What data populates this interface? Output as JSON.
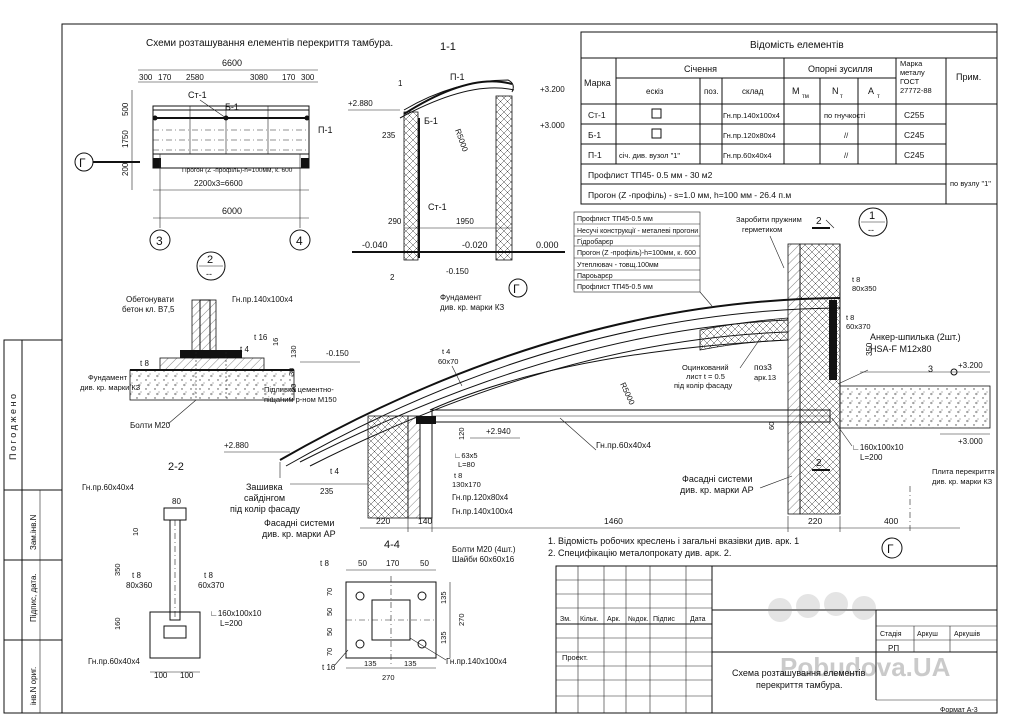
{
  "plan": {
    "title": "Схеми розташування елементів перекриття тамбура.",
    "dim_total_top": "6600",
    "dims_top": [
      "300",
      "170",
      "2580",
      "3080",
      "170",
      "300"
    ],
    "dims_left": [
      "500",
      "1750",
      "200"
    ],
    "label_st1": "Ст-1",
    "label_b1": "Б-1",
    "label_p1": "П-1",
    "label_gamma": "Г",
    "purlin_note": "Прогон (Z -профіль)-h=100мм, к. 600",
    "dim_2200": "2200x3=6600",
    "dim_6000": "6000",
    "axis_3": "3",
    "axis_4": "4"
  },
  "section11": {
    "title": "1-1",
    "label_1": "1",
    "label_2": "2",
    "label_p1": "П-1",
    "label_b1": "Б-1",
    "label_st1": "Ст-1",
    "mark_2880": "+2.880",
    "mark_3200": "+3.200",
    "mark_3000": "+3.000",
    "dim_235": "235",
    "dim_290": "290",
    "dim_1950": "1950",
    "radius": "R5000",
    "mark_m0040": "-0.040",
    "mark_m0020": "-0.020",
    "mark_0000": "0.000",
    "mark_m0150": "-0.150",
    "label_gamma": "Г",
    "foundation_note": "Фундамент\nдив. кр. марки КЗ"
  },
  "spec_table": {
    "title": "Відомість елементів",
    "col_mark": "Марка",
    "col_section": "Січення",
    "col_sketch": "ескіз",
    "col_pos": "поз.",
    "col_comp": "склад",
    "col_forces": "Опорні зусилля",
    "col_m": "М",
    "col_m_sub": "тм",
    "col_n": "N",
    "col_n_sub": "т",
    "col_a": "А",
    "col_a_sub": "т",
    "col_metal": "Марка\nметалу\nГОСТ\n27772-88",
    "col_note": "Прим.",
    "rows": [
      {
        "mark": "Ст-1",
        "sketch": "",
        "comp": "Гн.пр.140х100х4",
        "forces": "по гнучкості",
        "steel": "С255"
      },
      {
        "mark": "Б-1",
        "sketch": "",
        "comp": "Гн.пр.120х80х4",
        "forces": "//",
        "steel": "С245"
      },
      {
        "mark": "П-1",
        "sketch": "січ. див. вузол \"1\"",
        "comp": "Гн.пр.60х40х4",
        "forces": "//",
        "steel": "С245"
      }
    ],
    "profile_row": "Профлист ТП45- 0.5 мм - 30 м2",
    "purlin_row": "Прогон (Z -профіль) - s=1.0 мм, h=100 мм - 26.4 п.м",
    "node_note": "по вузлу \"1\""
  },
  "node1": {
    "number": "1",
    "sub": "--",
    "layers": [
      "Профлист ТП45-0.5 мм",
      "Несучі конструкції - металеві прогони",
      "Гідробарєр",
      "Прогон (Z -профіль)-h=100мм, к. 600",
      "Утеплювач - товщ.100мм",
      "Пароьарєр",
      "Профлист ТП45-0.5 мм"
    ],
    "spring_sealant": "Заробити пружним\nгерметиком",
    "galv_sheet": "Оцинкований\nлист t = 0.5\nпід колір фасаду",
    "pos3": "поз3",
    "ark13": "арк.13",
    "radius": "R5000",
    "t4_60x70": "t 4\n60x70",
    "t8_80x350": "t 8\n80x350",
    "t8_60x370": "t 8\n60x370",
    "anchor": "Анкер-шпилька (2шт.)\nHSA-F M12x80",
    "dim_350": "350",
    "mark_3200": "+3.200",
    "mark_3000": "+3.000",
    "label_3": "3",
    "mark_2880": "+2.880",
    "mark_2940": "+2.940",
    "angle_63x5": "∟63x5\nL=80",
    "t8_130x170": "t 8\n130x170",
    "prof_120": "Гн.пр.120х80х4",
    "prof_140": "Гн.пр.140х100х4",
    "prof_60": "Гн.пр.60х40х4",
    "angle_160": "∟160x100x10\nL=200",
    "slab": "Плита перекриття\nдив. кр. марки КЗ",
    "facade_right": "Фасадні системи\nдив. кр. марки АР",
    "facade_left": "Фасадні системи\nдив. кр. марки АР",
    "siding": "Зашивка\nсайдінгом\nпід колір фасаду",
    "t4": "t 4",
    "dim_235": "235",
    "dim_120": "120",
    "dim_60": "60",
    "dim_220a": "220",
    "dim_140": "140",
    "dim_1460": "1460",
    "dim_220b": "220",
    "dim_400": "400",
    "label_2a": "2",
    "label_2b": "2",
    "label_gamma": "Г"
  },
  "node2": {
    "number": "2",
    "sub": "--",
    "concrete": "Обетонувати\nбетон кл. В7,5",
    "prof_140": "Гн.пр.140х100х4",
    "t16": "t 16",
    "t4": "t 4",
    "dim_16": "16",
    "dim_130": "130",
    "dim_30": "30",
    "dim_20": "20",
    "t8": "t 8",
    "mark_m0150": "-0.150",
    "foundation": "Фундамент\nдив. кр. марки КЗ",
    "grout": "Підливка цементно-\nпіщаним р-ном М150",
    "bolts": "Болти М20"
  },
  "section22": {
    "title": "2-2",
    "prof_60_top": "Гн.пр.60х40х4",
    "dim_80": "80",
    "dim_10": "10",
    "dim_350": "350",
    "t8_a": "t 8\n80x360",
    "t8_b": "t 8\n60x370",
    "angle": "∟160x100x10\nL=200",
    "dim_160": "160",
    "prof_60_bot": "Гн.пр.60х40х4",
    "dim_100a": "100",
    "dim_100b": "100"
  },
  "section44": {
    "title": "4-4",
    "bolts": "Болти М20 (4шт.)\nШайби 60х60х16",
    "t8": "t 8",
    "dims_top": [
      "50",
      "170",
      "50"
    ],
    "dims_left": [
      "70",
      "50",
      "50",
      "70"
    ],
    "dims_right": [
      "135",
      "135"
    ],
    "dim_270r": "270",
    "dims_bot": [
      "135",
      "135"
    ],
    "dim_270b": "270",
    "t16": "t 16",
    "prof_140": "Гн.пр.140х100х4"
  },
  "notes": [
    "1. Відомість робочих креслень і загальні вказівки див. арк. 1",
    "2. Специфікацію металопрокату див. арк. 2."
  ],
  "title_block": {
    "cols": [
      "Зм.",
      "Кільк.",
      "Арк.",
      "№док.",
      "Підпис",
      "Дата"
    ],
    "stage": "Стадія",
    "sheet": "Аркуш",
    "sheets": "Аркушів",
    "stage_val": "РП",
    "project": "Проект.",
    "drawing_name": "Схема розташування елементів\nперекриття тамбура.",
    "format": "Формат А-3"
  },
  "margin": {
    "agreed": "П о г о д ж е н о",
    "inv_n": "Зам.інв.N",
    "sign_date": "Підпис, дата.",
    "inv_orig": "інв.N ориг."
  },
  "watermark": "Pobudova.UA"
}
